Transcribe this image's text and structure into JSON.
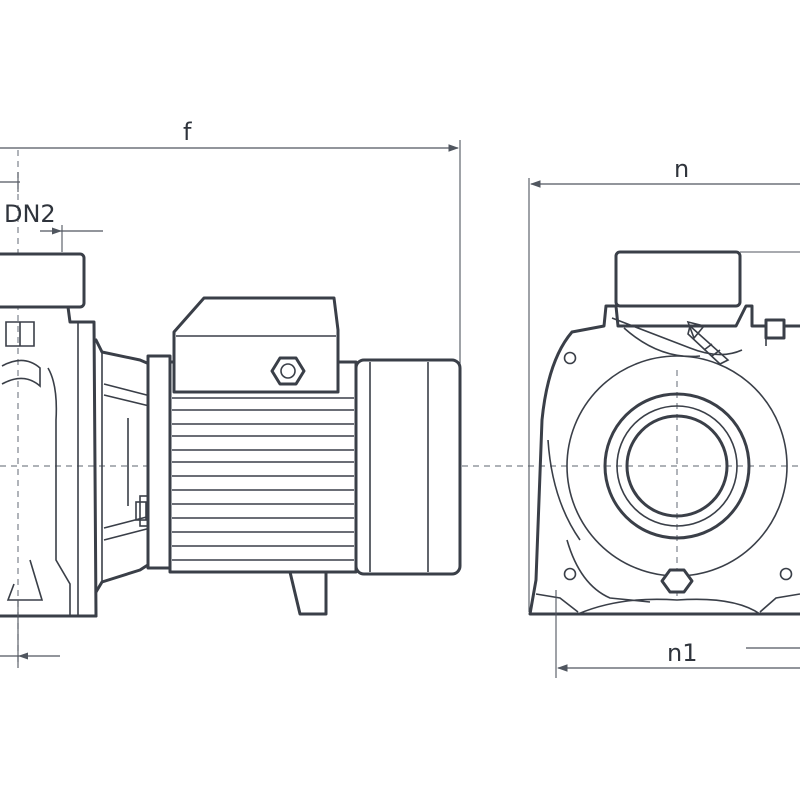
{
  "dimension_labels": {
    "overall_length": "f",
    "outlet_diameter": "DN2",
    "side_width": "n",
    "foot_width": "n1"
  },
  "colors": {
    "line": "#3a3f48",
    "dimension_line": "#50565f",
    "centerline": "#7d838c",
    "background": "#ffffff"
  }
}
